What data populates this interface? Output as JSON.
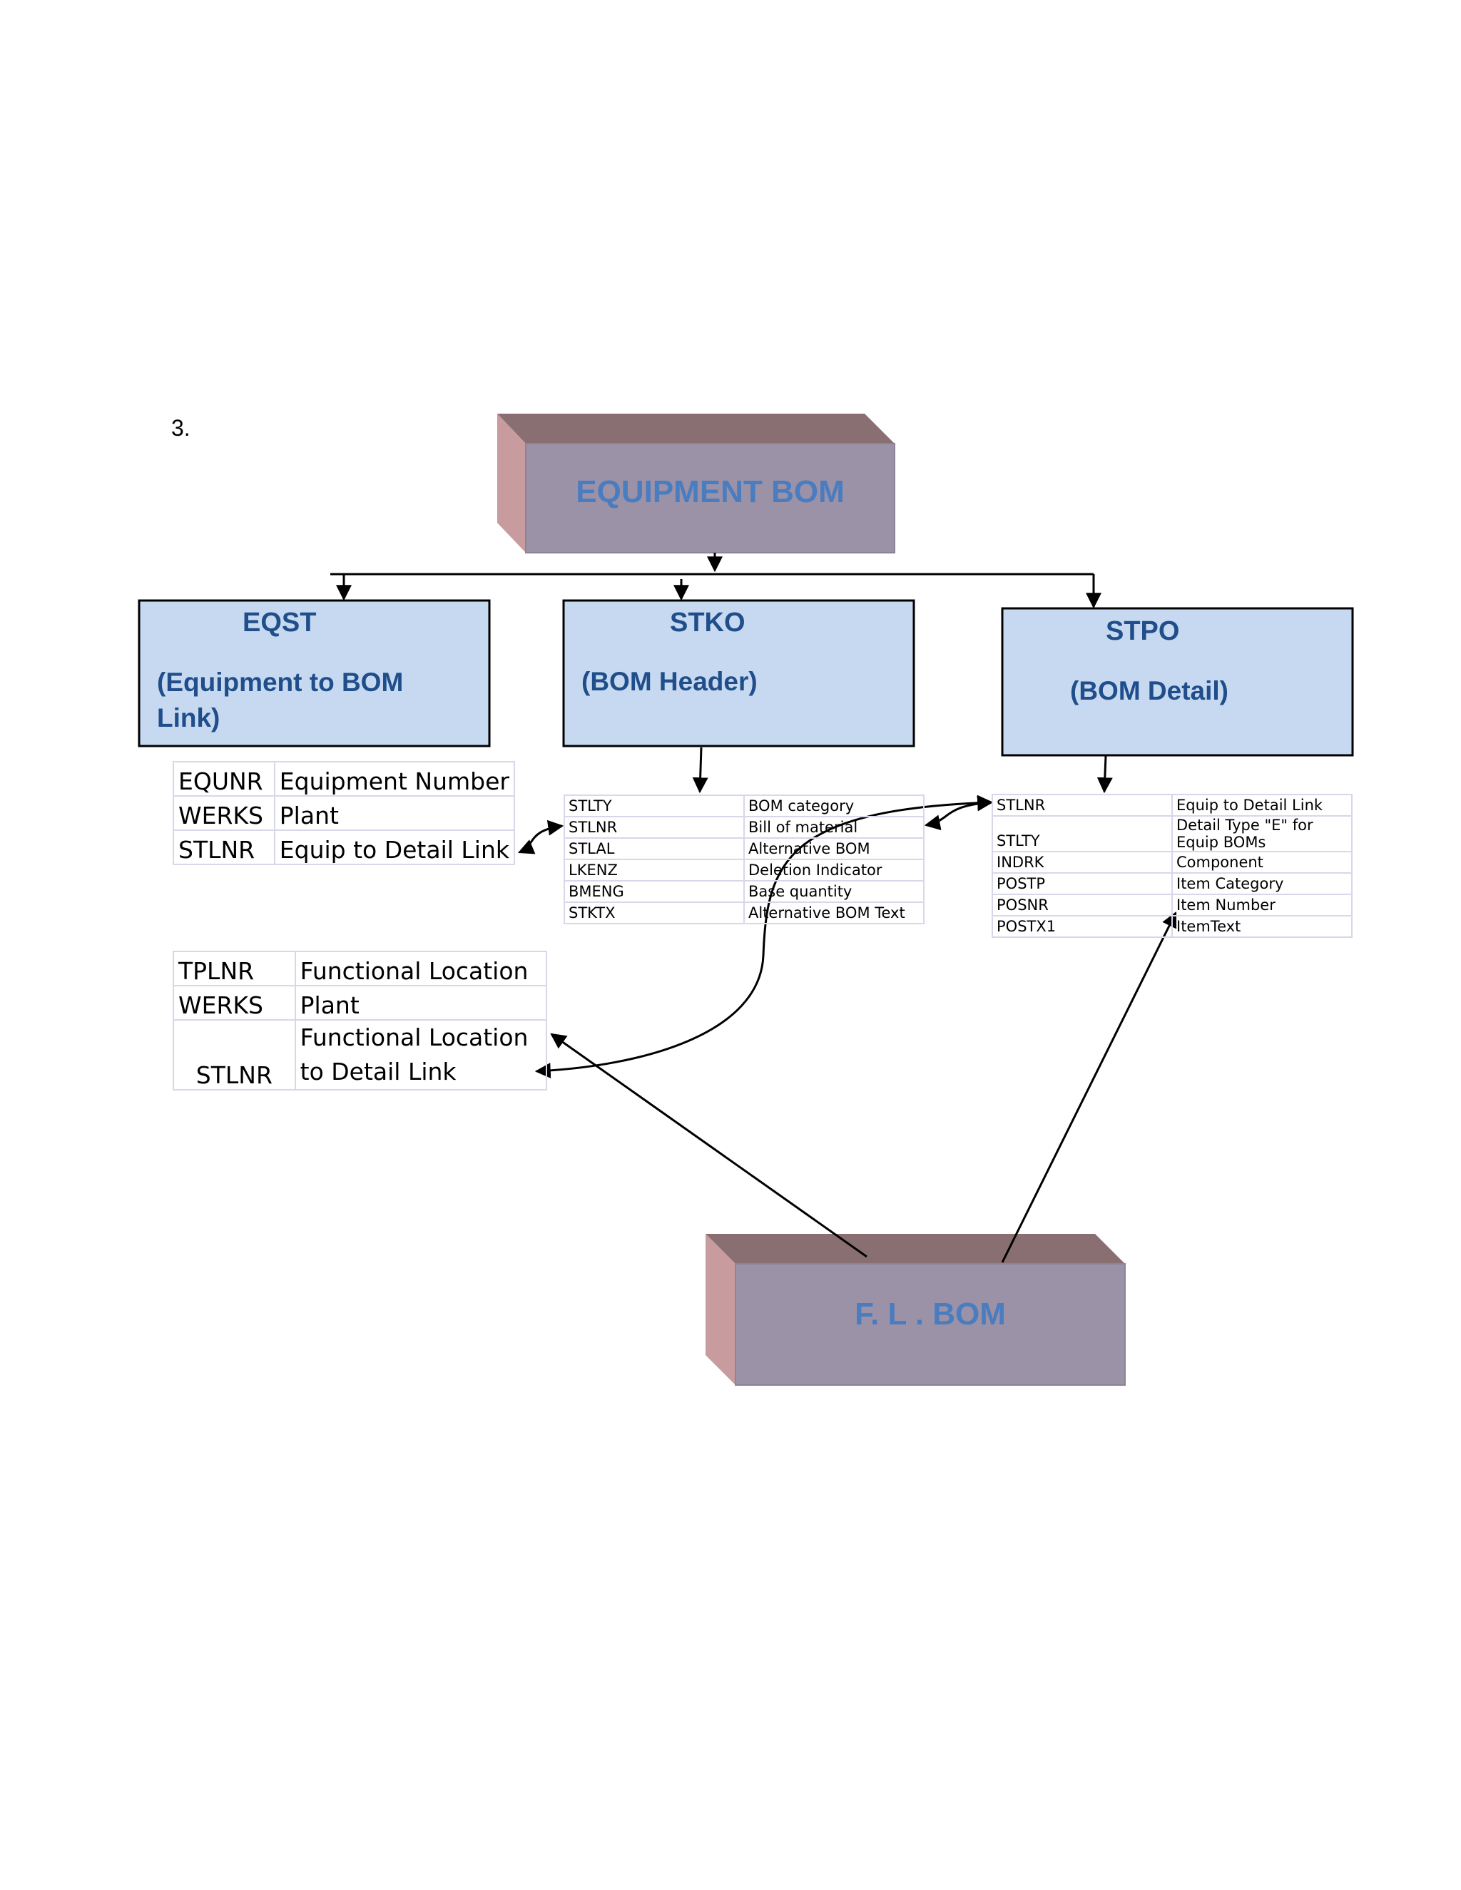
{
  "page_number": "3.",
  "equipment_bom": {
    "label": "EQUIPMENT BOM"
  },
  "fl_bom": {
    "label": "F. L . BOM"
  },
  "eqst": {
    "title": "EQST",
    "subtitle": "(Equipment to BOM Link)"
  },
  "stko": {
    "title": "STKO",
    "subtitle": "(BOM Header)"
  },
  "stpo": {
    "title": "STPO",
    "subtitle": "(BOM Detail)"
  },
  "eqst_table": [
    [
      "EQUNR",
      "Equipment Number"
    ],
    [
      "WERKS",
      "Plant"
    ],
    [
      "STLNR",
      "Equip to Detail Link"
    ]
  ],
  "stko_table": [
    [
      "STLTY",
      "BOM category"
    ],
    [
      "STLNR",
      "Bill of material"
    ],
    [
      "STLAL",
      "Alternative BOM"
    ],
    [
      "LKENZ",
      "Deletion Indicator"
    ],
    [
      "BMENG",
      "Base quantity"
    ],
    [
      "STKTX",
      "Alternative BOM Text"
    ]
  ],
  "stpo_table": [
    [
      "STLNR",
      "Equip to Detail Link"
    ],
    [
      "STLTY",
      "Detail Type \"E\" for Equip BOMs"
    ],
    [
      "INDRK",
      "Component"
    ],
    [
      "POSTP",
      "Item Category"
    ],
    [
      "POSNR",
      "Item Number"
    ],
    [
      "POSTX1",
      "ItemText"
    ]
  ],
  "tplnr_table": [
    [
      "TPLNR",
      "Functional Location"
    ],
    [
      "WERKS",
      "Plant"
    ],
    [
      "STLNR",
      "Functional Location to Detail Link"
    ]
  ],
  "colors": {
    "box3d_front": "#9b92a8",
    "box3d_top": "#8a6f72",
    "box3d_side": "#c89b9e",
    "table_box_fill": "#c7d9f0",
    "title_blue": "#1f4e8a",
    "label_blue": "#4a7cc0"
  }
}
